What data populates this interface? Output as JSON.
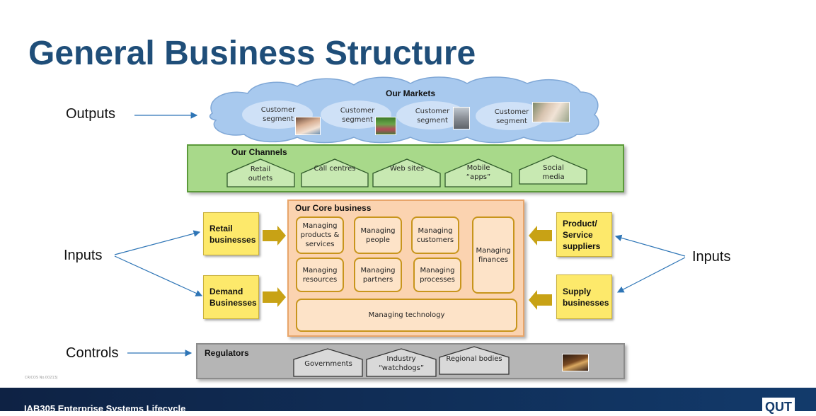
{
  "title": "General Business Structure",
  "labels": {
    "outputs": "Outputs",
    "inputs_left": "Inputs",
    "inputs_right": "Inputs",
    "controls": "Controls"
  },
  "markets": {
    "title": "Our Markets",
    "segments": [
      "Customer segment",
      "Customer segment",
      "Customer segment",
      "Customer segment"
    ]
  },
  "channels": {
    "title": "Our Channels",
    "items": [
      "Retail outlets",
      "Call centres",
      "Web sites",
      "Mobile “apps”",
      "Social media"
    ]
  },
  "core": {
    "title": "Our Core business",
    "items": [
      "Managing products & services",
      "Managing people",
      "Managing customers",
      "Managing finances",
      "Managing resources",
      "Managing partners",
      "Managing processes",
      "Managing technology"
    ]
  },
  "inputs": {
    "left": [
      "Retail businesses",
      "Demand Businesses"
    ],
    "right": [
      "Product/ Service suppliers",
      "Supply businesses"
    ]
  },
  "regulators": {
    "title": "Regulators",
    "items": [
      "Governments",
      "Industry “watchdogs”",
      "Regional bodies"
    ]
  },
  "footer": {
    "course": "IAB305 Enterprise Systems Lifecycle",
    "logo": "QUT",
    "cricos": "CRICOS No.00213J"
  },
  "colors": {
    "title": "#1f4e79",
    "cloud": "#a8c9ee",
    "channels": "#a8d98a",
    "core": "#fbd3b0",
    "inputs": "#fde96b",
    "regulators": "#b5b5b5",
    "arrow_gold": "#c8a215",
    "arrow_blue": "#2e75b6"
  }
}
